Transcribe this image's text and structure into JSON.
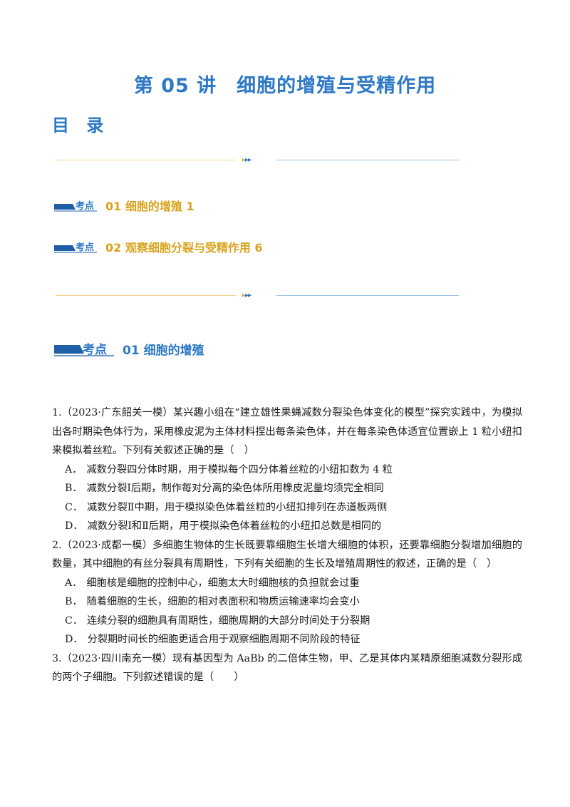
{
  "title": "第 05 讲　细胞的增殖与受精作用",
  "toc_heading": "目 录",
  "badge_text": "考点",
  "toc": [
    {
      "label": "01  细胞的增殖  1"
    },
    {
      "label": "02  观察细胞分裂与受精作用  6"
    }
  ],
  "section": {
    "label": "01  细胞的增殖"
  },
  "questions": [
    {
      "stem": "1.（2023·广东韶关一模）某兴趣小组在“建立雄性果蝇减数分裂染色体变化的模型”探究实践中，为模拟出各时期染色体行为，采用橡皮泥为主体材料捏出每条染色体，并在每条染色体适宜位置嵌上 1 粒小纽扣来模拟着丝粒。下列有关叙述正确的是（　）",
      "options": [
        {
          "letter": "A．",
          "text": "减数分裂四分体时期，用于模拟每个四分体着丝粒的小纽扣数为 4 粒"
        },
        {
          "letter": "B．",
          "text": "减数分裂Ⅰ后期，制作每对分离的染色体所用橡皮泥量均须完全相同"
        },
        {
          "letter": "C．",
          "text": "减数分裂Ⅱ中期，用于模拟染色体着丝粒的小纽扣排列在赤道板两侧"
        },
        {
          "letter": "D．",
          "text": "减数分裂Ⅰ和Ⅱ后期，用于模拟染色体着丝粒的小纽扣总数是相同的"
        }
      ]
    },
    {
      "stem": "2.（2023·成都一模）多细胞生物体的生长既要靠细胞生长增大细胞的体积，还要靠细胞分裂增加细胞的数量，其中细胞的有丝分裂具有周期性，下列有关细胞的生长及增殖周期性的叙述，正确的是（　）",
      "options": [
        {
          "letter": "A．",
          "text": "细胞核是细胞的控制中心，细胞太大时细胞核的负担就会过重"
        },
        {
          "letter": "B．",
          "text": "随着细胞的生长，细胞的相对表面积和物质运输速率均会变小"
        },
        {
          "letter": "C．",
          "text": "连续分裂的细胞具有周期性，细胞周期的大部分时间处于分裂期"
        },
        {
          "letter": "D．",
          "text": "分裂期时间长的细胞更适合用于观察细胞周期不同阶段的特征"
        }
      ]
    },
    {
      "stem": "3.（2023·四川南充一模）现有基因型为 AaBb 的二倍体生物，甲、乙是其体内某精原细胞减数分裂形成的两个子细胞。下列叙述错误的是（　　）",
      "options": []
    }
  ]
}
